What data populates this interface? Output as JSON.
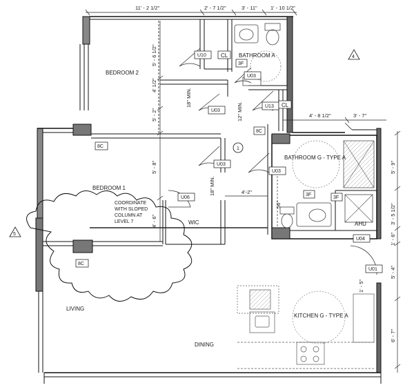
{
  "rooms": {
    "bedroom2": "BEDROOM 2",
    "bedroom1": "BEDROOM 1",
    "bathroom_a": "BATHROOM A",
    "bathroom_g": "BATHROOM G - TYPE A",
    "kitchen": "KITCHEN G - TYPE A",
    "living": "LIVING",
    "dining": "DINING",
    "wic": "WIC",
    "ahu": "AHU",
    "cl1": "CL",
    "cl2": "CL"
  },
  "dimensions": {
    "top_1": "11' - 2 1/2\"",
    "top_2": "2' - 7 1/2\"",
    "top_3": "3' - 11\"",
    "top_4": "1' - 10 1/2\"",
    "mid_1": "4' - 8 1/2\"",
    "mid_2": "3' - 7\"",
    "v_bed2_1": "5' - 6 1/2\"",
    "v_bed2_2": "4' 1/2\"",
    "v_bed2_3": "5' - 2\"",
    "v_bed1_1": "5' - 8\"",
    "v_bed1_2": "4' - 6\"",
    "min18": "18\" MIN.",
    "min12": "12\" MIN.",
    "min18b": "18\" MIN.",
    "hall_w": "4'-2\"",
    "bath_56": "56\"",
    "r1": "5' - 9\"",
    "r2": "3' - 5 1/2\"",
    "r3": "1' - 6\"",
    "r4": "5' - 4\"",
    "r5": "6' - 7\"",
    "r6": "1' - 5\""
  },
  "doors": {
    "u10": "U10",
    "u03a": "U03",
    "u13": "U13",
    "u03b": "U03",
    "u03c": "U03",
    "u03d": "U03",
    "u06": "U06",
    "u04": "U04",
    "u01": "U01"
  },
  "tags": {
    "f3a": "3F",
    "f3b": "3F",
    "f3c": "3F",
    "c8a": "8C",
    "c8b": "8C",
    "c8c": "8C"
  },
  "markers": {
    "m4": "4",
    "m5": "5",
    "m1": "1"
  },
  "cloud_note": [
    "COORDINATE",
    "WITH SLOPED",
    "COLUMN AT",
    "LEVEL 7"
  ]
}
